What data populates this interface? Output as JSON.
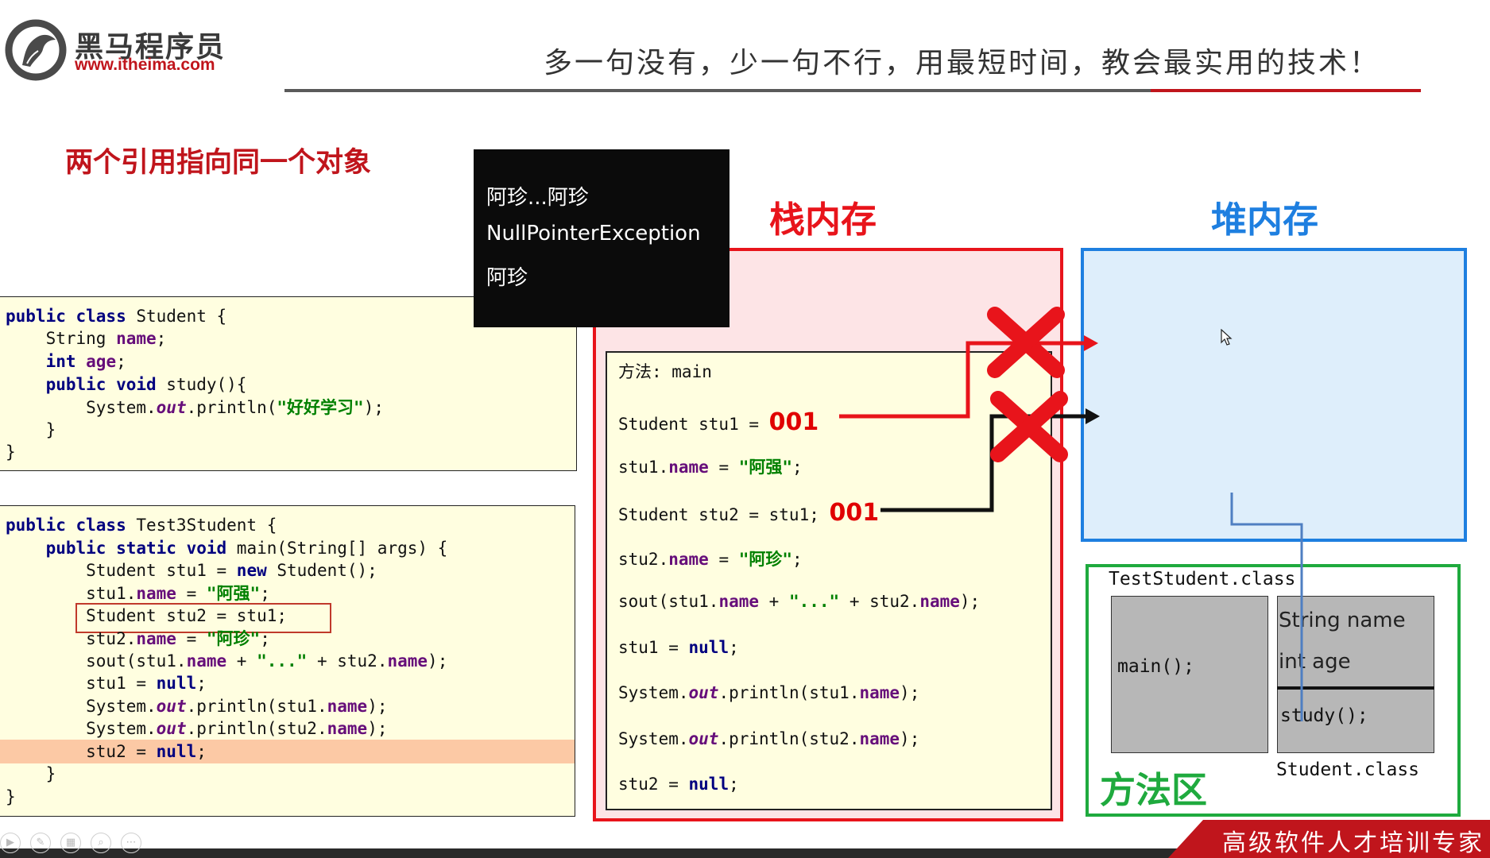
{
  "header": {
    "logo_cn": "黑马程序员",
    "logo_url": "www.itheima.com",
    "slogan": "多一句没有，少一句不行，用最短时间，教会最实用的技术！"
  },
  "slide_title": "两个引用指向同一个对象",
  "console": {
    "lines": [
      "阿珍...阿珍",
      "NullPointerException",
      "阿珍"
    ]
  },
  "labels": {
    "stack": "栈内存",
    "heap": "堆内存",
    "method_area": "方法区",
    "testclass": "TestStudent.class",
    "studentclass": "Student.class",
    "main_call": "main();",
    "field_name": "String name",
    "field_age": "int age",
    "study_call": "study();"
  },
  "code1": {
    "l1a": "public class",
    "l1b": " Student {",
    "l2a": "    String ",
    "l2b": "name",
    "l2c": ";",
    "l3a": "    int",
    "l3b": " age",
    "l3c": ";",
    "l4a": "    public void",
    "l4b": " study(){",
    "l5a": "        System.",
    "l5b": "out",
    "l5c": ".println(",
    "l5d": "\"好好学习\"",
    "l5e": ");",
    "l6": "    }",
    "l7": "}"
  },
  "code2": {
    "l1a": "public class",
    "l1b": " Test3Student {",
    "l2a": "    public static void",
    "l2b": " main(String[] args) {",
    "l3a": "        Student stu1 = ",
    "l3b": "new",
    "l3c": " Student();",
    "l4a": "        stu1.",
    "l4b": "name",
    "l4c": " = ",
    "l4d": "\"阿强\"",
    "l4e": ";",
    "l5": "        Student stu2 = stu1;",
    "l6a": "        stu2.",
    "l6b": "name",
    "l6c": " = ",
    "l6d": "\"阿珍\"",
    "l6e": ";",
    "l7a": "        sout(stu1.",
    "l7b": "name",
    "l7c": " + ",
    "l7d": "\"...\"",
    "l7e": " + stu2.",
    "l7f": "name",
    "l7g": ");",
    "l8a": "        stu1 = ",
    "l8b": "null",
    "l8c": ";",
    "l9a": "        System.",
    "l9b": "out",
    "l9c": ".println(stu1.",
    "l9d": "name",
    "l9e": ");",
    "l10a": "        System.",
    "l10b": "out",
    "l10c": ".println(stu2.",
    "l10d": "name",
    "l10e": ");",
    "l11a": "        stu2 = ",
    "l11b": "null",
    "l11c": ";",
    "l12": "    }",
    "l13": "}"
  },
  "stack_frame": {
    "method": "方法: main",
    "s1a": "Student stu1 = ",
    "s1num": "001",
    "s2a": "stu1.",
    "s2b": "name",
    "s2c": " = ",
    "s2d": "\"阿强\"",
    "s2e": ";",
    "s3a": "Student stu2 = stu1; ",
    "s3num": "001",
    "s4a": "stu2.",
    "s4b": "name",
    "s4c": " = ",
    "s4d": "\"阿珍\"",
    "s4e": ";",
    "s5a": "sout(stu1.",
    "s5b": "name",
    "s5c": " + ",
    "s5d": "\"...\"",
    "s5e": " + stu2.",
    "s5f": "name",
    "s5g": ");",
    "s6a": "stu1 = ",
    "s6b": "null",
    "s6c": ";",
    "s7a": "System.",
    "s7b": "out",
    "s7c": ".println(stu1.",
    "s7d": "name",
    "s7e": ");",
    "s8a": "System.",
    "s8b": "out",
    "s8c": ".println(stu2.",
    "s8d": "name",
    "s8e": ");",
    "s9a": "stu2 = ",
    "s9b": "null",
    "s9c": ";"
  },
  "footer": {
    "tagline": "高级软件人才培训专家"
  },
  "colors": {
    "brand_red": "#c0151c",
    "stack_border": "#e8141b",
    "heap_border": "#1e7fe0",
    "method_area_border": "#1faa3e",
    "heap_fill": "#deeefb",
    "stack_fill": "#fde4e6"
  },
  "icons": [
    "play-icon",
    "pen-icon",
    "grid-icon",
    "zoom-icon",
    "more-icon",
    "mouse-cursor-icon"
  ]
}
